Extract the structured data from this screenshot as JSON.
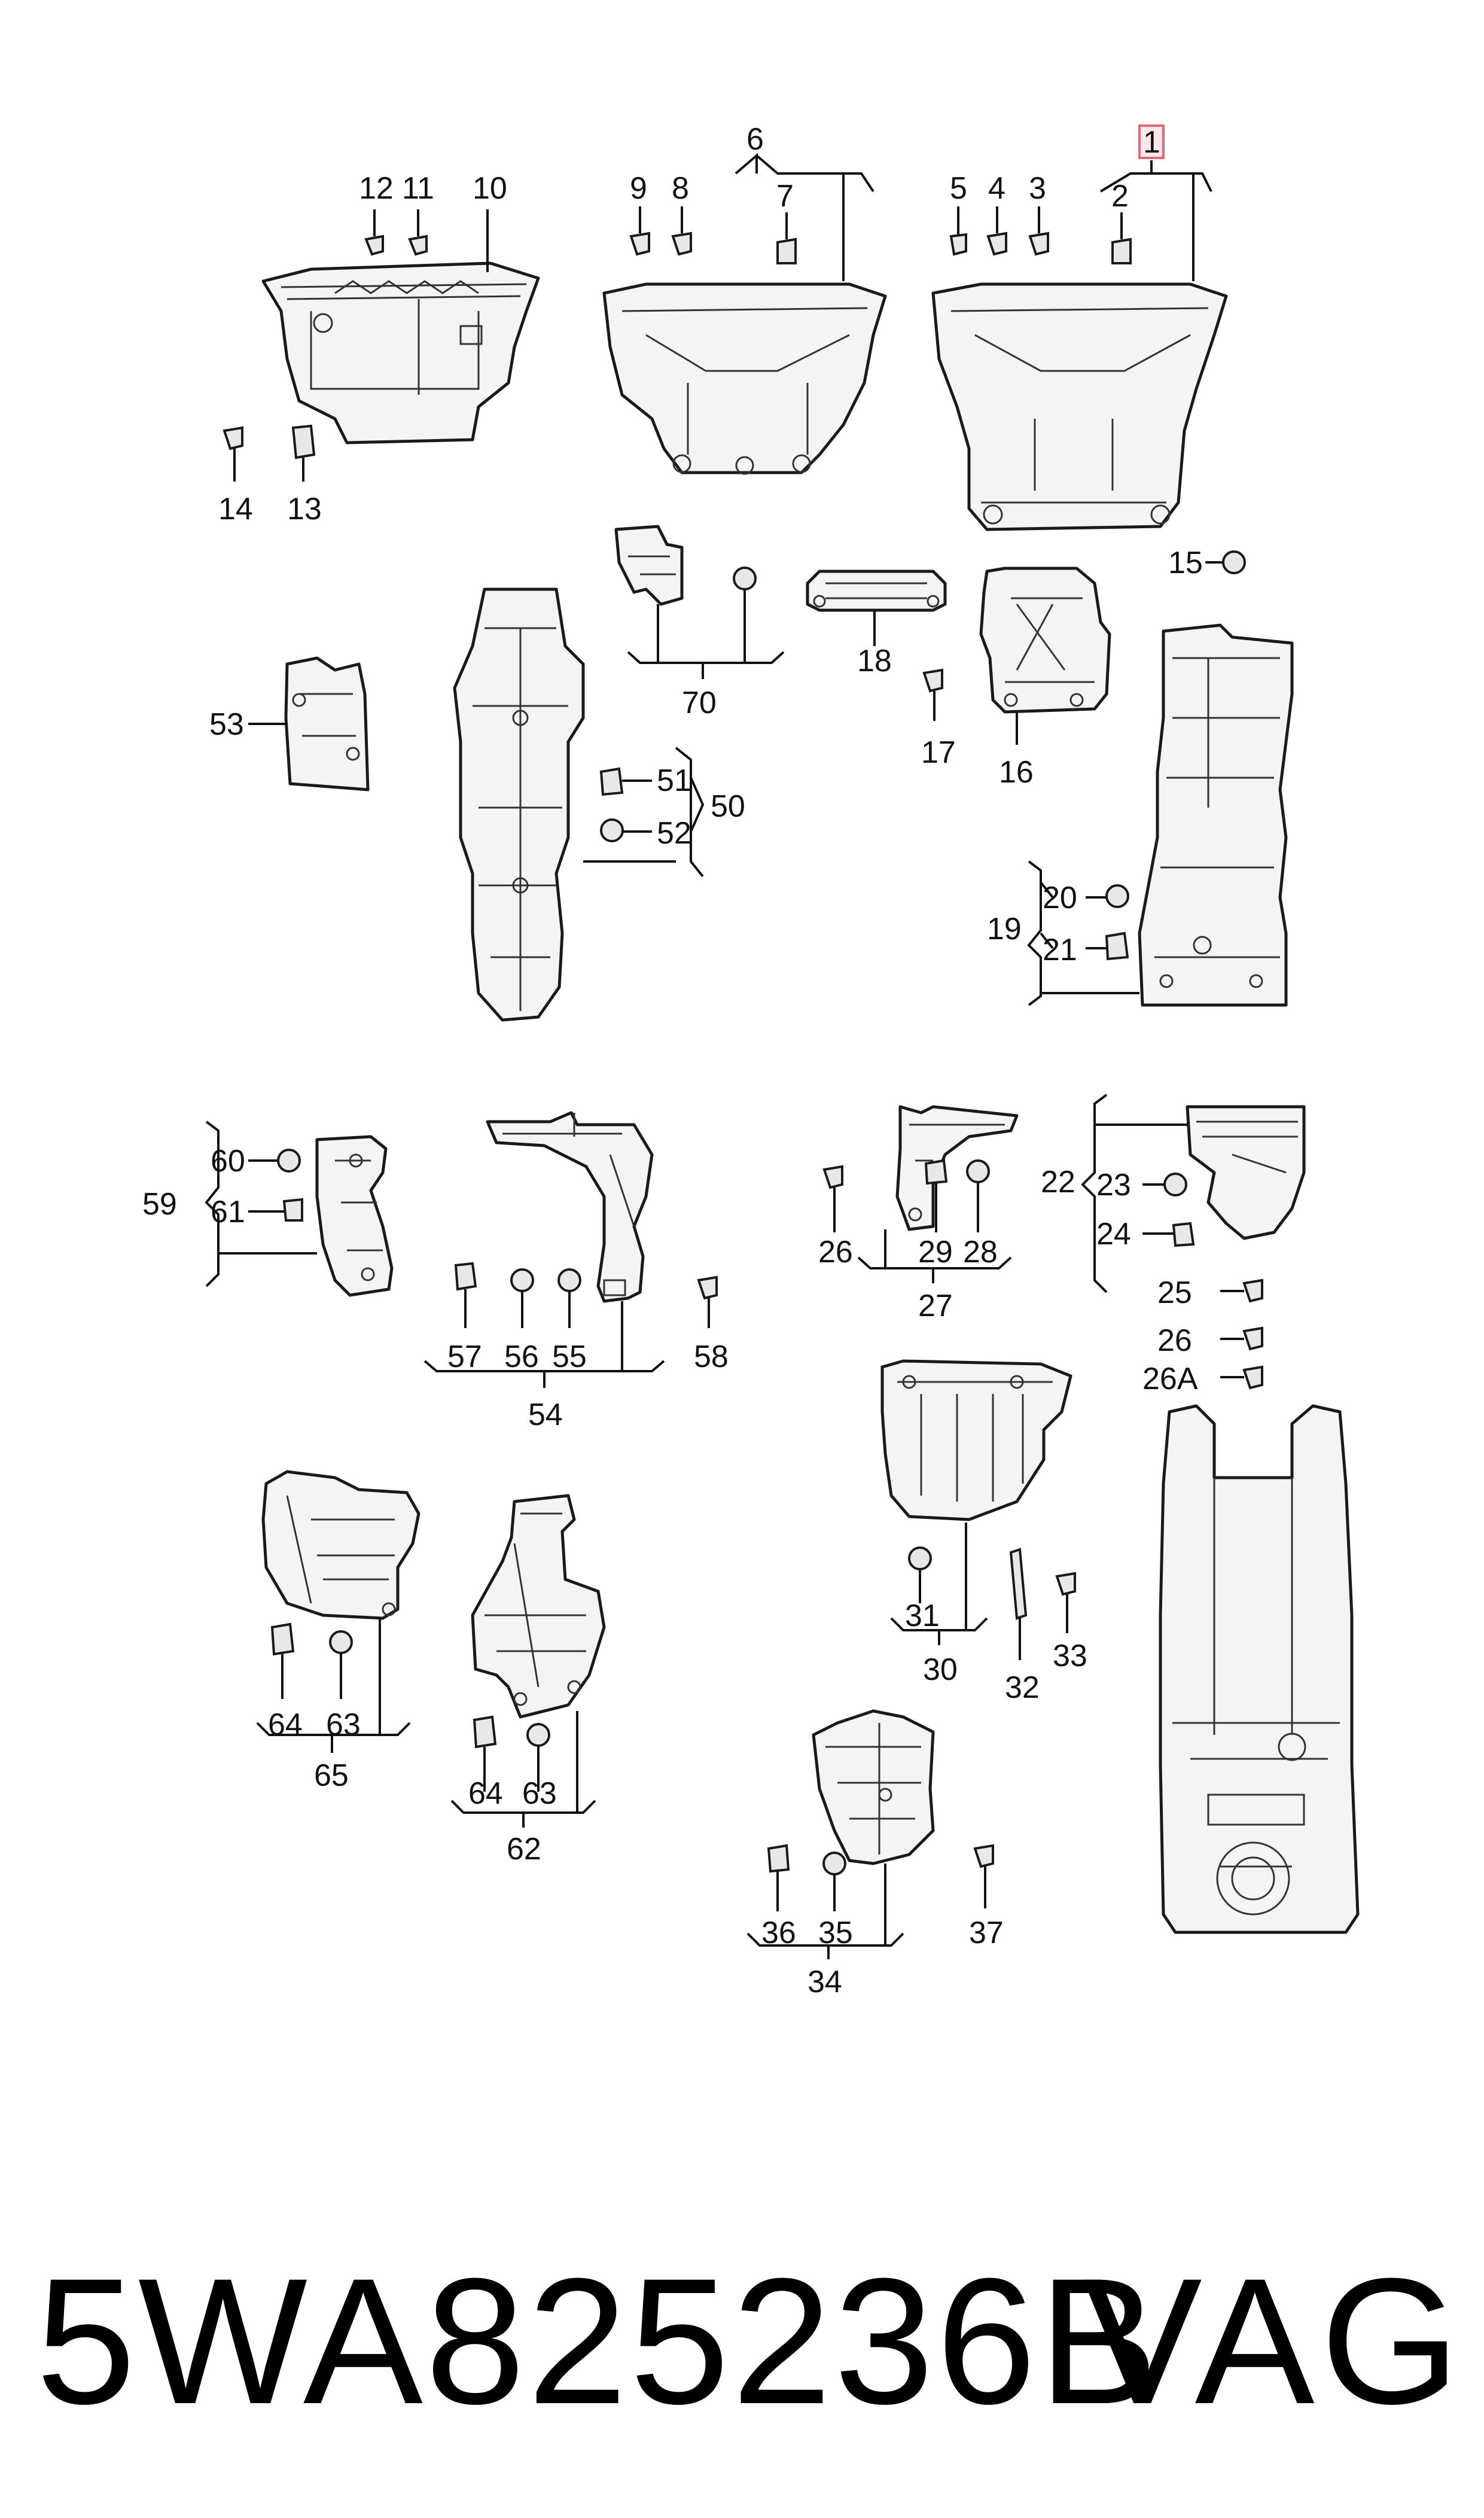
{
  "diagram": {
    "callouts": {
      "c1": "1",
      "c2": "2",
      "c3": "3",
      "c4": "4",
      "c5": "5",
      "c6": "6",
      "c7": "7",
      "c8": "8",
      "c9": "9",
      "c10": "10",
      "c11": "11",
      "c12": "12",
      "c13": "13",
      "c14": "14",
      "c15": "15",
      "c16": "16",
      "c17": "17",
      "c18": "18",
      "c19": "19",
      "c20": "20",
      "c21": "21",
      "c22": "22",
      "c23": "23",
      "c24": "24",
      "c25": "25",
      "c26": "26",
      "c26a": "26A",
      "c26b": "26",
      "c27": "27",
      "c28": "28",
      "c29": "29",
      "c30": "30",
      "c31": "31",
      "c32": "32",
      "c33": "33",
      "c34": "34",
      "c35": "35",
      "c36": "36",
      "c37": "37",
      "c50": "50",
      "c51": "51",
      "c52": "52",
      "c53": "53",
      "c54": "54",
      "c55": "55",
      "c56": "56",
      "c57": "57",
      "c58": "58",
      "c59": "59",
      "c60": "60",
      "c61": "61",
      "c62": "62",
      "c63a": "63",
      "c63b": "63",
      "c64a": "64",
      "c64b": "64",
      "c65": "65",
      "c70": "70"
    },
    "highlighted_callout": "1",
    "highlight_color": "#e1677a"
  },
  "footer": {
    "part_number": "5WA825236B",
    "brand": "VAG"
  }
}
